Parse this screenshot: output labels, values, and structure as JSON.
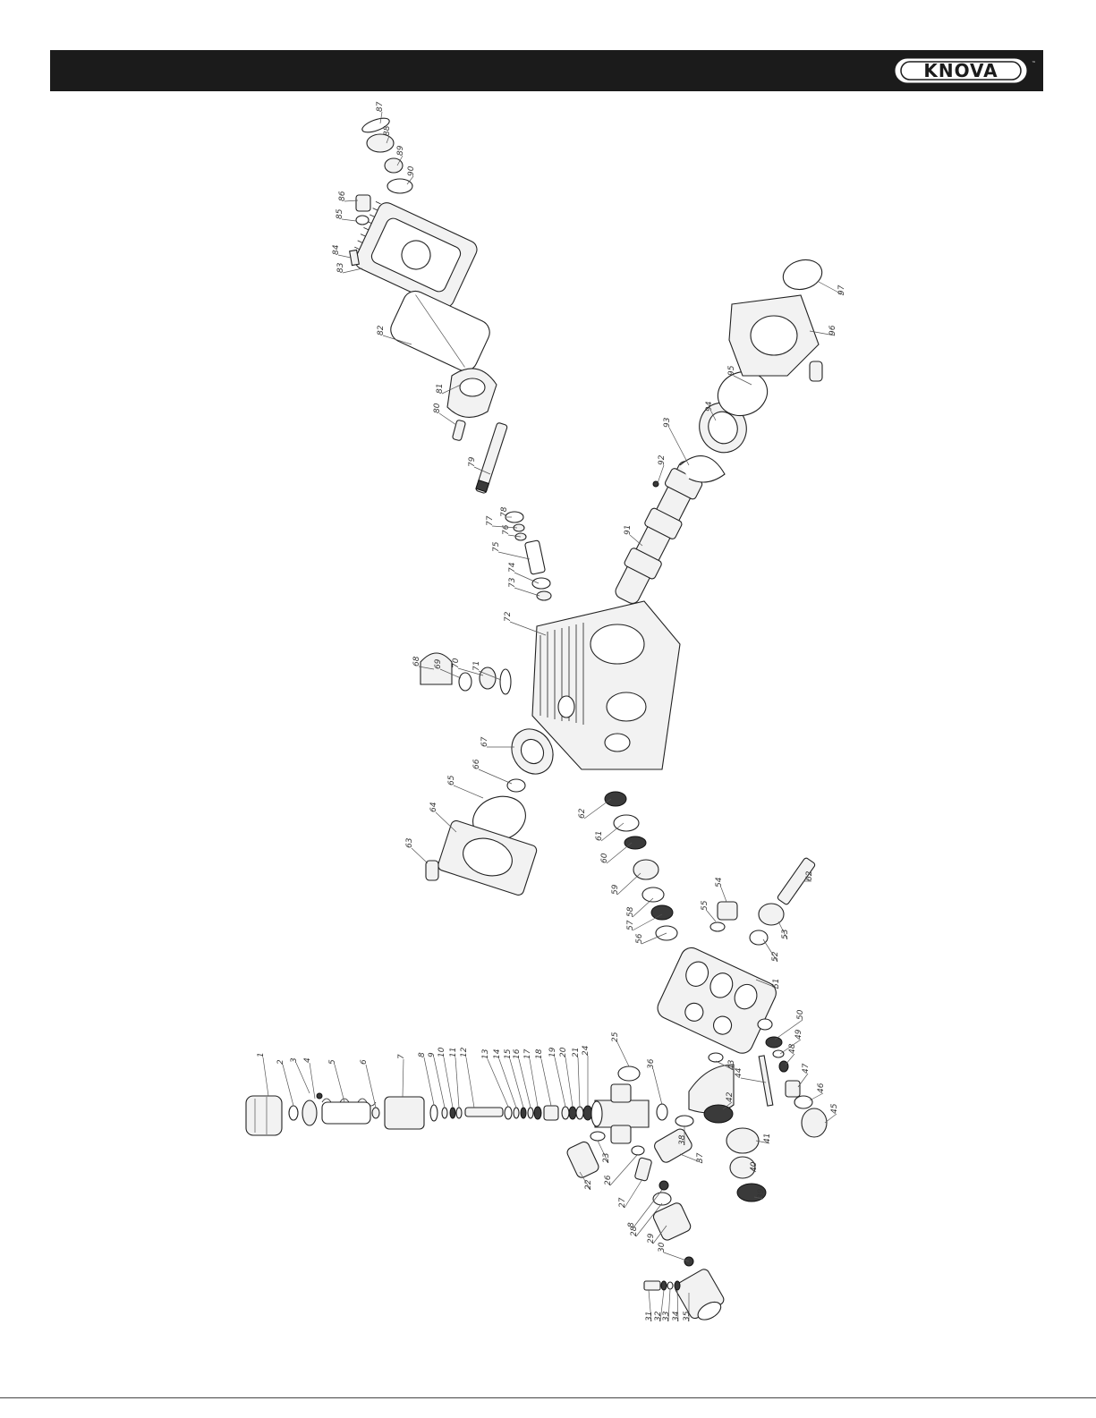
{
  "header": {
    "brand": "KNOVA",
    "trademark": "™"
  },
  "diagram": {
    "callouts": [
      "1",
      "2",
      "3",
      "4",
      "5",
      "6",
      "7",
      "8",
      "9",
      "10",
      "11",
      "12",
      "13",
      "14",
      "15",
      "16",
      "17",
      "18",
      "19",
      "20",
      "21",
      "22",
      "23",
      "24",
      "25",
      "26",
      "27",
      "8",
      "28",
      "29",
      "30",
      "31",
      "32",
      "33",
      "34",
      "35",
      "36",
      "37",
      "38",
      "39",
      "40",
      "41",
      "42",
      "43",
      "44",
      "45",
      "46",
      "47",
      "48",
      "49",
      "50",
      "51",
      "52",
      "53",
      "54",
      "55",
      "56",
      "57",
      "58",
      "59",
      "60",
      "61",
      "62",
      "63",
      "64",
      "65",
      "66",
      "67",
      "68",
      "69",
      "70",
      "71",
      "72",
      "73",
      "74",
      "75",
      "76",
      "77",
      "78",
      "79",
      "80",
      "81",
      "82",
      "83",
      "84",
      "85",
      "86",
      "87",
      "88",
      "89",
      "90",
      "91",
      "92",
      "93",
      "94",
      "95",
      "96",
      "97",
      "62"
    ]
  }
}
